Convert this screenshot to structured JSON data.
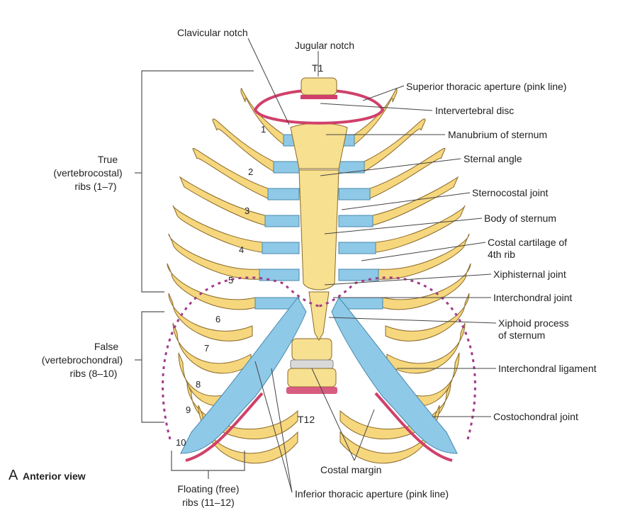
{
  "colors": {
    "rib": "#f6d77e",
    "cartilage": "#8ec9e8",
    "aperture": "#d0406a",
    "disc": "#d9d9d9",
    "line": "#444444"
  },
  "labels": {
    "clavicular_notch": "Clavicular notch",
    "jugular_notch": "Jugular notch",
    "t1": "T1",
    "superior_aperture": "Superior thoracic aperture (pink line)",
    "intervertebral_disc": "Intervertebral disc",
    "manubrium": "Manubrium of sternum",
    "sternal_angle": "Sternal angle",
    "sternocostal_joint": "Sternocostal joint",
    "body_of_sternum": "Body of sternum",
    "costal_cartilage_1": "Costal cartilage of",
    "costal_cartilage_2": "4th rib",
    "xiphisternal_joint": "Xiphisternal joint",
    "interchondral_joint": "Interchondral joint",
    "xiphoid_1": "Xiphoid process",
    "xiphoid_2": "of sternum",
    "interchondral_ligament": "Interchondral ligament",
    "costochondral_joint": "Costochondral joint",
    "t12": "T12",
    "costal_margin": "Costal margin",
    "inferior_aperture": "Inferior thoracic aperture (pink line)",
    "true_1": "True",
    "true_2": "(vertebrocostal)",
    "true_3": "ribs (1–7)",
    "false_1": "False",
    "false_2": "(vertebrochondral)",
    "false_3": "ribs (8–10)",
    "floating_1": "Floating (free)",
    "floating_2": "ribs (11–12)",
    "view_letter": "A",
    "view_name": "Anterior view"
  },
  "rib_numbers": [
    "1",
    "2",
    "3",
    "4",
    "5",
    "6",
    "7",
    "8",
    "9",
    "10"
  ]
}
